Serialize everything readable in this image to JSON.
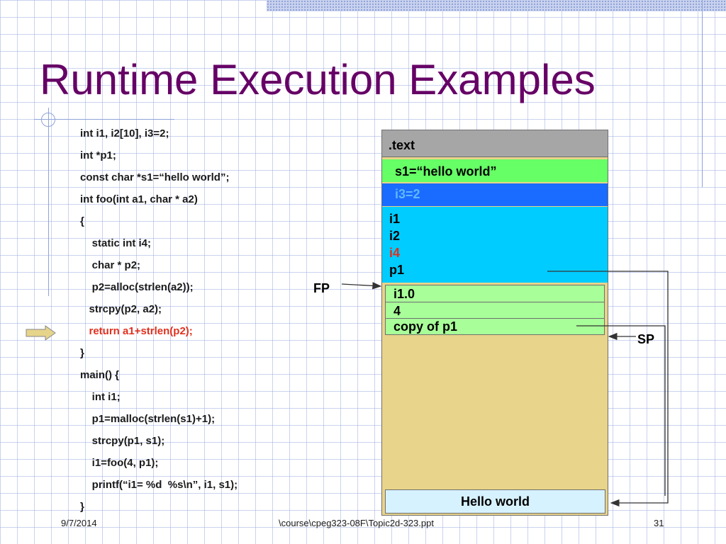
{
  "slide": {
    "title": "Runtime Execution Examples",
    "code_lines": [
      {
        "text": "int i1, i2[10], i3=2;",
        "highlight": false
      },
      {
        "text": "int *p1;",
        "highlight": false
      },
      {
        "text": "const char *s1=“hello world”;",
        "highlight": false
      },
      {
        "text": "int foo(int a1, char * a2)",
        "highlight": false
      },
      {
        "text": "{",
        "highlight": false
      },
      {
        "text": "    static int i4;",
        "highlight": false
      },
      {
        "text": "    char * p2;",
        "highlight": false
      },
      {
        "text": "    p2=alloc(strlen(a2));",
        "highlight": false
      },
      {
        "text": "   strcpy(p2, a2);",
        "highlight": false
      },
      {
        "text": "   return a1+strlen(p2);",
        "highlight": true
      },
      {
        "text": "}",
        "highlight": false
      },
      {
        "text": "main() {",
        "highlight": false
      },
      {
        "text": "    int i1;",
        "highlight": false
      },
      {
        "text": "    p1=malloc(strlen(s1)+1);",
        "highlight": false
      },
      {
        "text": "    strcpy(p1, s1);",
        "highlight": false
      },
      {
        "text": "    i1=foo(4, p1);",
        "highlight": false
      },
      {
        "text": "    printf(“i1= %d  %s\\n”, i1, s1);",
        "highlight": false
      },
      {
        "text": "}",
        "highlight": false
      }
    ],
    "memory": {
      "text_segment": ".text",
      "string_literal": "s1=“hello world”",
      "initialized": "i3=2",
      "globals": [
        "i1",
        "i2",
        "i4",
        "p1"
      ],
      "frame": [
        "i1.0",
        "4",
        "copy of p1"
      ],
      "heap": "Hello world"
    },
    "labels": {
      "fp": "FP",
      "sp": "SP"
    },
    "footer": {
      "date": "9/7/2014",
      "path": "\\course\\cpeg323-08F\\Topic2d-323.ppt",
      "page": "31"
    },
    "colors": {
      "title": "#660066",
      "highlight_code": "#e0301e",
      "text_segment": "#a6a6a6",
      "literal_segment": "#66ff66",
      "initialized_segment": "#1a6bff",
      "globals_segment": "#00ccff",
      "frame": "#a8ff99",
      "stack_area": "#e8d48a",
      "heap": "#d7f2ff",
      "indicator_arrow": "#e6d48a"
    }
  }
}
